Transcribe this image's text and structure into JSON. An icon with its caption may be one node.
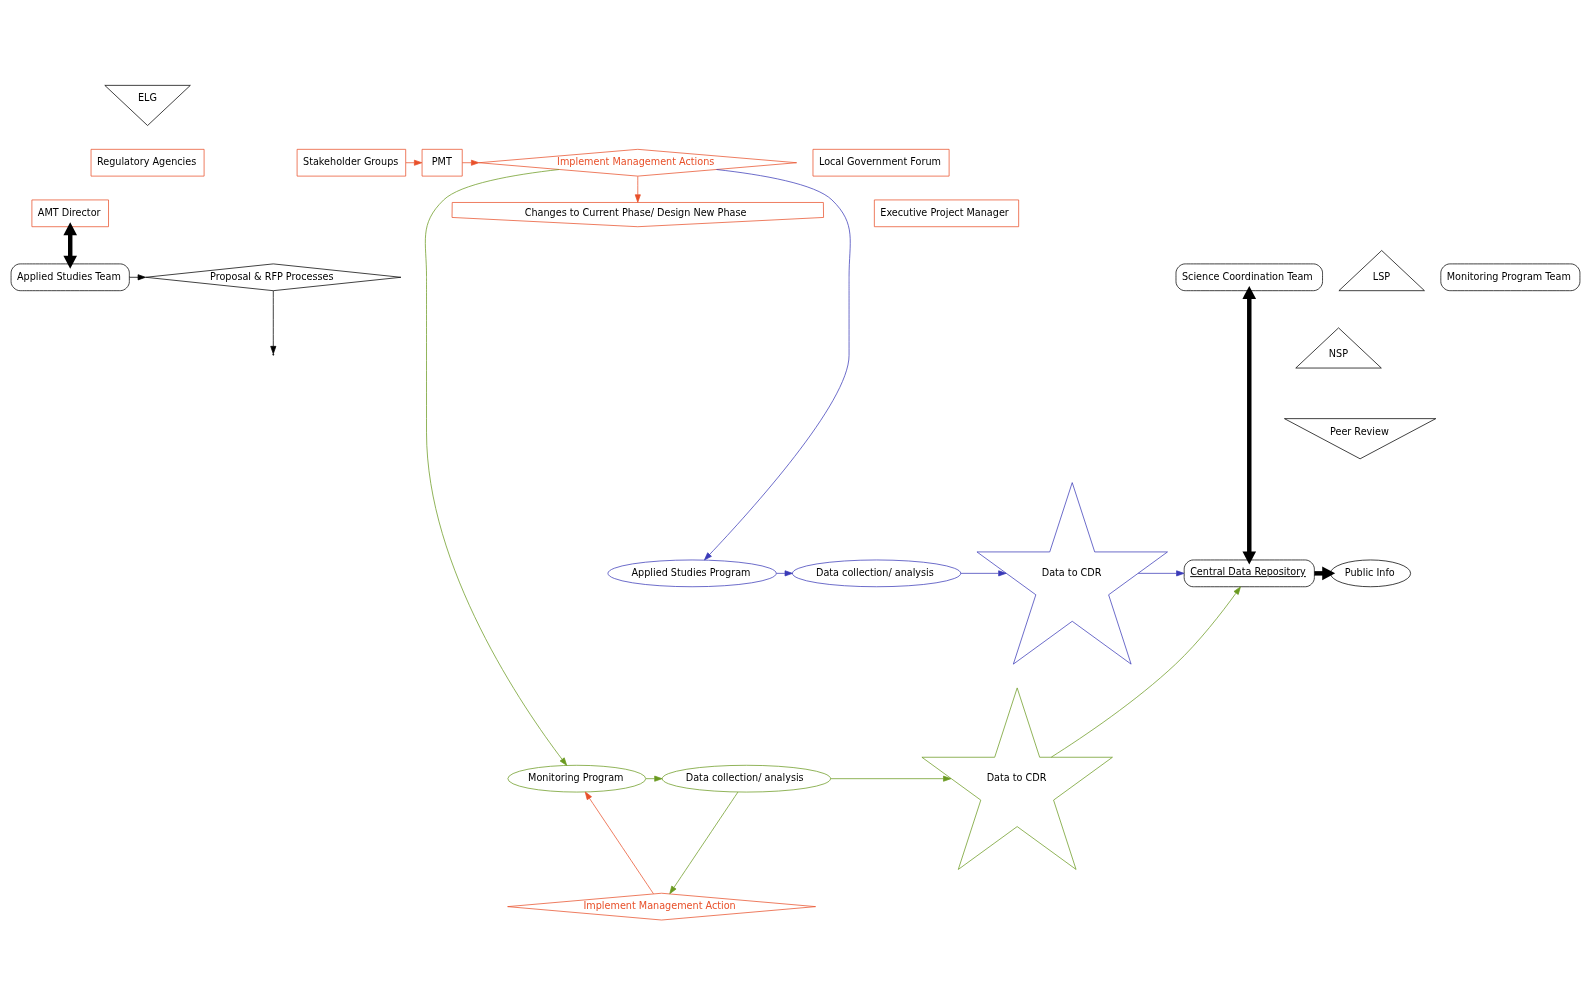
{
  "diagram": {
    "nodes": [
      {
        "text": [
          "ELG"
        ]
      },
      {
        "text": [
          "PMT"
        ]
      },
      {
        "text": [
          "Executive Project Manager"
        ]
      },
      {
        "text": [
          "AMT Director"
        ]
      },
      {
        "text": [
          "Stakeholder Groups"
        ]
      },
      {
        "text": [
          "Local Government Forum"
        ]
      },
      {
        "text": [
          "Regulatory Agencies"
        ]
      },
      {
        "text": [
          "Implement Management Actions"
        ]
      },
      {
        "text": [
          "Changes to Current Phase/ Design New Phase"
        ]
      },
      {
        "text": [
          "Applied Studies Team"
        ]
      },
      {
        "text": [
          "Monitoring Program Team"
        ]
      },
      {
        "text": [
          "Science Coordination Team"
        ]
      },
      {
        "text": [
          "LSP"
        ]
      },
      {
        "text": [
          "NSP"
        ]
      },
      {
        "text": [
          "Peer Review"
        ]
      },
      {
        "text": [
          "Proposal & RFP Processes"
        ]
      },
      {
        "text": [
          "Applied Studies Program"
        ]
      },
      {
        "text": [
          "Data collection/ analysis"
        ]
      },
      {
        "text": [
          "Data to CDR"
        ]
      },
      {
        "text": [
          "Central Data Repository"
        ]
      },
      {
        "text": [
          "Public Info"
        ]
      },
      {
        "text": [
          "Monitoring Program"
        ]
      },
      {
        "text": [
          "Data collection/ analysis"
        ]
      },
      {
        "text": [
          "Data to CDR"
        ]
      },
      {
        "text": [
          "Implement Management Action"
        ]
      }
    ],
    "edges": [
      {
        "from": 1,
        "to": 7,
        "arrow": "to",
        "color": "#e8502a"
      },
      {
        "from": 4,
        "to": 1,
        "arrow": "to",
        "color": "#e8502a"
      },
      {
        "from": 7,
        "to": 8,
        "arrow": "to",
        "color": "#e8502a"
      },
      {
        "from": 3,
        "to": 9,
        "arrow": "both",
        "style": "thick"
      },
      {
        "from": 9,
        "to": 15,
        "arrow": "to"
      },
      {
        "from": 15,
        "to": null,
        "arrow": "to"
      },
      {
        "from": 7,
        "to": 16,
        "arrow": "to",
        "color": "#3a3ab8"
      },
      {
        "from": 7,
        "to": 21,
        "arrow": "to",
        "color": "#6a9a20"
      },
      {
        "from": 16,
        "to": 17,
        "arrow": "to",
        "color": "#3a3ab8"
      },
      {
        "from": 17,
        "to": 18,
        "arrow": "to",
        "color": "#3a3ab8"
      },
      {
        "from": 18,
        "to": 19,
        "arrow": "to",
        "color": "#3a3ab8"
      },
      {
        "from": 11,
        "to": 19,
        "arrow": "both",
        "style": "thick"
      },
      {
        "from": 19,
        "to": 20,
        "arrow": "to",
        "style": "thick"
      },
      {
        "from": 21,
        "to": 22,
        "arrow": "to",
        "color": "#6a9a20"
      },
      {
        "from": 22,
        "to": 23,
        "arrow": "to",
        "color": "#6a9a20"
      },
      {
        "from": 23,
        "to": 19,
        "arrow": "to",
        "color": "#6a9a20"
      },
      {
        "from": 22,
        "to": 24,
        "arrow": "to",
        "color": "#6a9a20"
      },
      {
        "from": 24,
        "to": 21,
        "arrow": "to",
        "color": "#e8502a"
      }
    ]
  }
}
